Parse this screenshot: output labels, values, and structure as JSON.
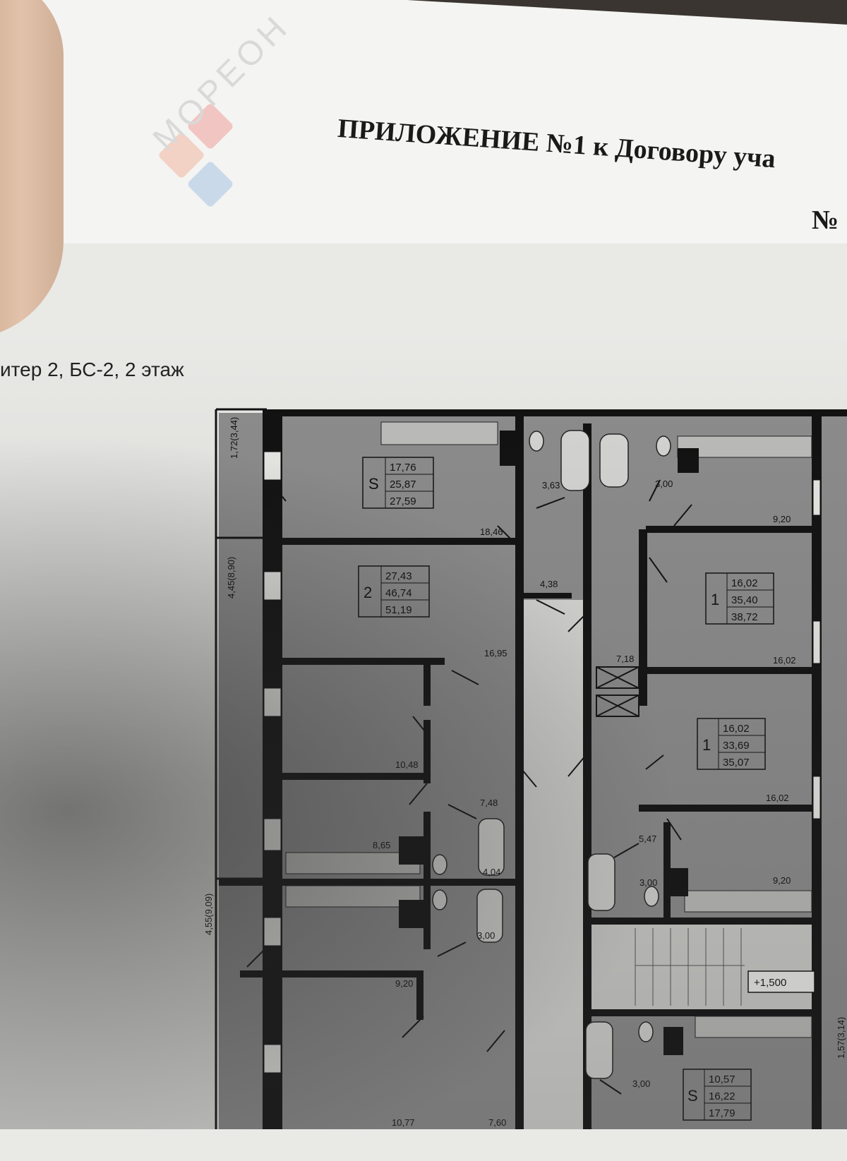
{
  "header": {
    "logo_text": "МОРЕОН",
    "title": "ПРИЛОЖЕНИЕ №1 к Договору уча",
    "title_line2": "№"
  },
  "caption": "итер 2, БС-2, 2 этаж",
  "units": [
    {
      "type": "S",
      "living": "17,76",
      "total": "25,87",
      "with_balcony": "27,59"
    },
    {
      "type": "2",
      "living": "27,43",
      "total": "46,74",
      "with_balcony": "51,19"
    },
    {
      "type": "1",
      "living": "16,02",
      "total": "35,40",
      "with_balcony": "38,72"
    },
    {
      "type": "1",
      "living": "16,02",
      "total": "33,69",
      "with_balcony": "35,07"
    },
    {
      "type": "S",
      "living": "10,57",
      "total": "16,22",
      "with_balcony": "17,79"
    }
  ],
  "room_labels": {
    "studio_main": "18,46",
    "bath_a": "3,63",
    "hall_a": "4,38",
    "room_2a": "16,95",
    "room_2b": "10,48",
    "hall_2": "7,48",
    "kitchen_2": "8,65",
    "bath_2": "4,04",
    "bath_3": "3,00",
    "right_kitchen_1": "9,20",
    "right_bath_1": "3,00",
    "right_room_1": "16,02",
    "right_hall_1": "7,18",
    "right_room_2": "16,02",
    "right_hall_2": "5,47",
    "right_bath_2": "3,00",
    "right_kitchen_2": "9,20",
    "left_kitchen_3": "9,20",
    "left_room_3": "10,77",
    "left_hall_3": "7,60",
    "right_bath_4": "3,00"
  },
  "balcony_labels": {
    "b1": "1,72(3,44)",
    "b2": "4,45(8,90)",
    "b3": "4,55(9,09)",
    "b4": "1,57(3,14)"
  },
  "level_mark": "+1,500",
  "colors": {
    "paper": "#e9e9e6",
    "wall": "#111111",
    "room_fill": "#8d8d8d"
  }
}
